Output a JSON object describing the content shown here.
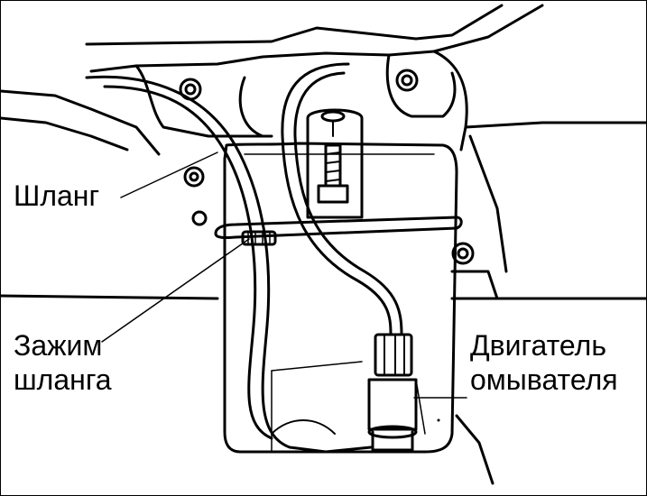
{
  "labels": {
    "hose": "Шланг",
    "hose_clamp_line1": "Зажим",
    "hose_clamp_line2": "шланга",
    "washer_motor_line1": "Двигатель",
    "washer_motor_line2": "омывателя"
  },
  "colors": {
    "ink": "#000000",
    "paper": "#ffffff"
  }
}
